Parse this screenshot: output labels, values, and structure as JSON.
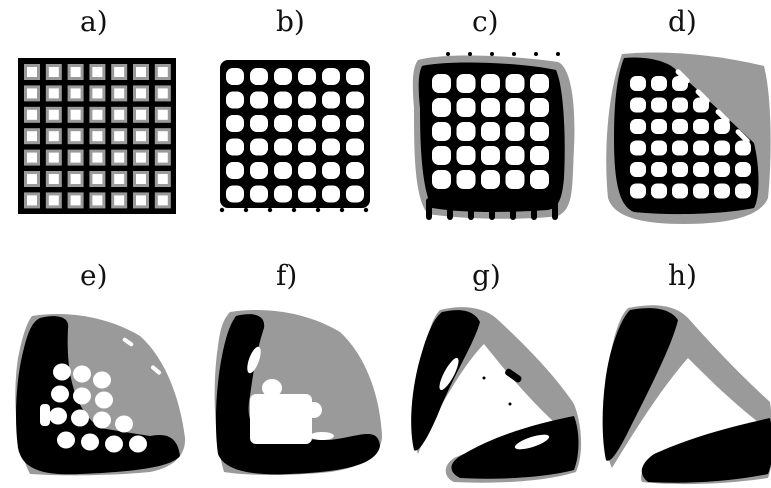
{
  "figure": {
    "colors": {
      "background": "#ffffff",
      "solid": "#000000",
      "secondary": "#9a9a9a",
      "hole": "#ffffff"
    },
    "panels": [
      {
        "label": "a)",
        "shape": "regular-lattice-grid"
      },
      {
        "label": "b)",
        "shape": "rounded-hole-lattice"
      },
      {
        "label": "c)",
        "shape": "lattice-with-gray-halo"
      },
      {
        "label": "d)",
        "shape": "lattice-gray-diagonal"
      },
      {
        "label": "e)",
        "shape": "partial-lattice-gray-arm"
      },
      {
        "label": "f)",
        "shape": "sparse-lattice-gray-arm"
      },
      {
        "label": "g)",
        "shape": "two-arm-with-slots"
      },
      {
        "label": "h)",
        "shape": "two-arm-final"
      }
    ]
  }
}
